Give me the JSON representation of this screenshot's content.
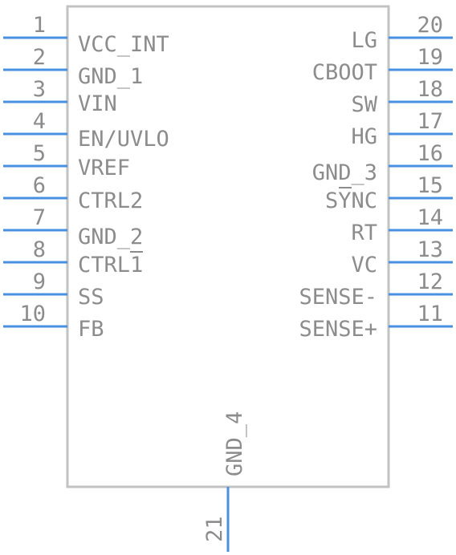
{
  "colors": {
    "body_outline": "#c2c2c2",
    "pin": "#4a90e2",
    "text": "#8c8c8c"
  },
  "left_pins": [
    {
      "num": "1",
      "name": "VCC_INT"
    },
    {
      "num": "2",
      "name": "GND_1"
    },
    {
      "num": "3",
      "name": "VIN"
    },
    {
      "num": "4",
      "name": "EN/UVLO"
    },
    {
      "num": "5",
      "name": "VREF"
    },
    {
      "num": "6",
      "name": "CTRL2"
    },
    {
      "num": "7",
      "name": "GND_2"
    },
    {
      "num": "8",
      "name": "CTRL1"
    },
    {
      "num": "9",
      "name": "SS"
    },
    {
      "num": "10",
      "name": "FB"
    }
  ],
  "right_pins": [
    {
      "num": "20",
      "name": "LG"
    },
    {
      "num": "19",
      "name": "CBOOT"
    },
    {
      "num": "18",
      "name": "SW"
    },
    {
      "num": "17",
      "name": "HG"
    },
    {
      "num": "16",
      "name": "GND_3"
    },
    {
      "num": "15",
      "name": "SYNC"
    },
    {
      "num": "14",
      "name": "RT"
    },
    {
      "num": "13",
      "name": "VC"
    },
    {
      "num": "12",
      "name": "SENSE-"
    },
    {
      "num": "11",
      "name": "SENSE+"
    }
  ],
  "bottom_pins": [
    {
      "num": "21",
      "name": "GND_4"
    }
  ]
}
